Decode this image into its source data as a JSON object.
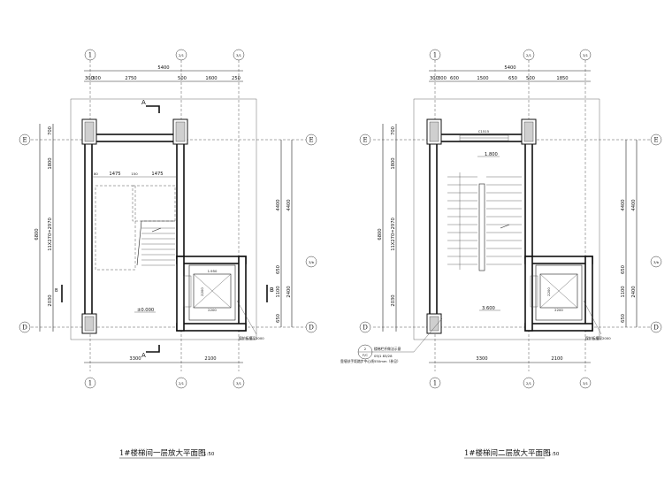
{
  "plans": [
    {
      "id": "first-floor",
      "title": "1#楼梯间一层放大平面图",
      "scale": "1:50",
      "axes_top": [
        "1",
        "2/1",
        "3/1"
      ],
      "axes_bottom": [
        "1",
        "2/1",
        "3/1"
      ],
      "axes_left": [
        "E",
        "D"
      ],
      "axes_right": [
        "E",
        "3/b",
        "D"
      ],
      "dims_top_total": "5400",
      "dims_top": [
        "300",
        "300",
        "2750",
        "500",
        "1600",
        "250"
      ],
      "dims_bottom": [
        "3300",
        "2100"
      ],
      "dims_left_total": "6800",
      "dims_left": [
        "700",
        "1800",
        "11X270=2970",
        "2030"
      ],
      "dims_right_outer": "4400",
      "dims_right": [
        "650",
        "1100",
        "2400",
        "650"
      ],
      "dims_inner": [
        "80",
        "1475",
        "150",
        "1475"
      ],
      "elevation": "±0.000",
      "labels": [
        "A",
        "A",
        "B",
        "B"
      ],
      "room_text": [
        "1.950",
        "2200",
        "2200"
      ],
      "note": "保护板槽深2000"
    },
    {
      "id": "second-floor",
      "title": "1#楼梯间二层放大平面图",
      "scale": "1:50",
      "axes_top": [
        "1",
        "2/1",
        "3/1"
      ],
      "axes_bottom": [
        "1",
        "2/1",
        "3/1"
      ],
      "axes_left": [
        "E",
        "D"
      ],
      "axes_right": [
        "E",
        "3/b",
        "D"
      ],
      "dims_top_total": "5400",
      "dims_top": [
        "300",
        "300",
        "600",
        "1500",
        "650",
        "500",
        "1850"
      ],
      "dims_bottom": [
        "3300",
        "2100"
      ],
      "dims_left_total": "6800",
      "dims_left": [
        "700",
        "1800",
        "11X270=2970",
        "2030"
      ],
      "dims_right_outer": "4400",
      "dims_right": [
        "650",
        "1100",
        "2400",
        "650"
      ],
      "window_tag": "C1515",
      "elevation_upper": "1.800",
      "elevation": "3.600",
      "room_text": [
        "2200",
        "2200"
      ],
      "callout_num": "2",
      "callout_sub": "F/C",
      "callout_ref": "05J1 83/28",
      "callout_note1": "楼梯栏杆做法示意",
      "callout_note2": "靠墙扶手距踏步中心线550mm（参见）",
      "note": "保护板槽深2000"
    }
  ]
}
